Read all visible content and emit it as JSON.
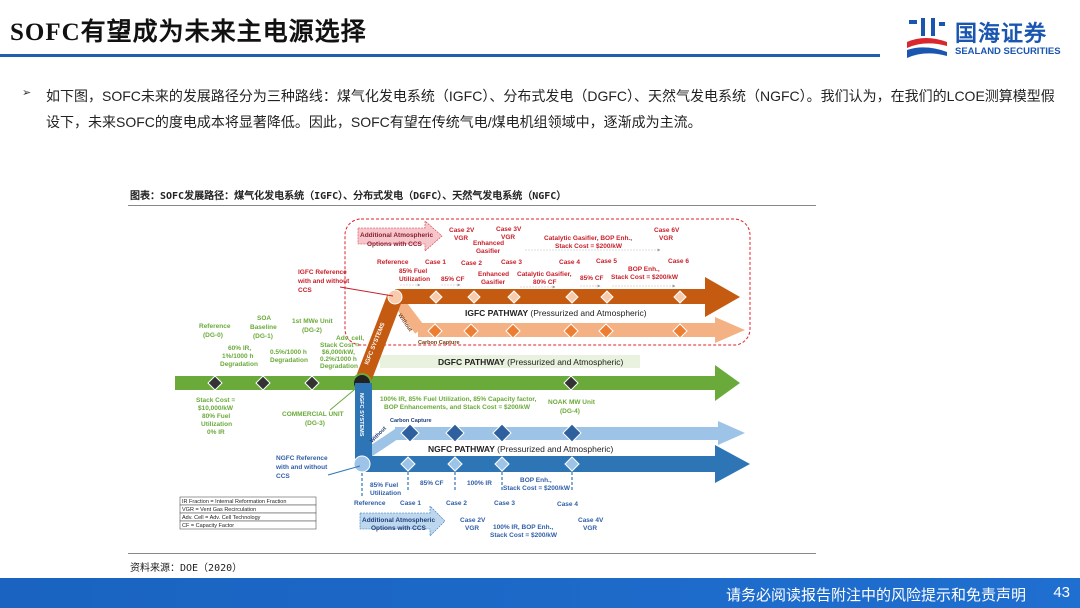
{
  "header": {
    "title": "SOFC有望成为未来主电源选择",
    "logo_cn": "国海证券",
    "logo_en": "SEALAND SECURITIES"
  },
  "body": {
    "bullet": "➢",
    "paragraph": "如下图，SOFC未来的发展路径分为三种路线：煤气化发电系统（IGFC）、分布式发电（DGFC）、天然气发电系统（NGFC）。我们认为，在我们的LCOE测算模型假设下，未来SOFC的度电成本将显著降低。因此，SOFC有望在传统气电/煤电机组领域中，逐渐成为主流。"
  },
  "figure": {
    "caption": "图表：SOFC发展路径：煤气化发电系统（IGFC）、分布式发电（DGFC）、天然气发电系统（NGFC）",
    "source": "资料来源：DOE（2020）"
  },
  "diagram": {
    "igfc": {
      "add_options": [
        "Additional Atmospheric",
        "Options with CCS"
      ],
      "case2v": [
        "Case 2V",
        "VGR"
      ],
      "case3v": [
        "Case 3V",
        "VGR"
      ],
      "enh_gasifier_top": [
        "Enhanced",
        "Gasifier"
      ],
      "catalytic_top": [
        "Catalytic Gasifier, BOP Enh.,",
        "Stack Cost = $200/kW"
      ],
      "case6v": [
        "Case 6V",
        "VGR"
      ],
      "cases": [
        "Reference",
        "Case 1",
        "Case 2",
        "Case 3",
        "Case 4",
        "Case 5",
        "Case 6"
      ],
      "step1": [
        "85% Fuel",
        "Utilization"
      ],
      "step2": "85% CF",
      "step3": [
        "Enhanced",
        "Gasifier"
      ],
      "step4": [
        "Catalytic Gasifier,",
        "80% CF"
      ],
      "step5": "85% CF",
      "step6": [
        "BOP Enh.,",
        "Stack Cost = $200/kW"
      ],
      "reference_note": [
        "IGFC Reference",
        "with and without",
        "CCS"
      ],
      "pathway": "IGFC PATHWAY",
      "pathway_sub": "(Pressurized and Atmospheric)",
      "without": "Without",
      "carbon_capture": "Carbon Capture",
      "systems": "IGFC SYSTEMS"
    },
    "dgfc": {
      "ref": [
        "Reference",
        "(DG-0)"
      ],
      "soa": [
        "SOA",
        "Baseline",
        "(DG-1)"
      ],
      "mwe": [
        "1st MWe Unit",
        "(DG-2)"
      ],
      "step1": [
        "60% IR,",
        "1%/1000 h",
        "Degradation"
      ],
      "step2": [
        "0.5%/1000 h",
        "Degradation"
      ],
      "step3": [
        "Adv. cell,",
        "Stack Cost =",
        "$6,000/kW,",
        "0.2%/1000 h",
        "Degradation"
      ],
      "pathway": "DGFC PATHWAY",
      "pathway_sub": "(Pressurized and Atmospheric)",
      "stack": [
        "Stack Cost =",
        "$10,000/kW",
        "80% Fuel",
        "Utilization",
        "0% IR"
      ],
      "commercial": [
        "COMMERCIAL UNIT",
        "(DG-3)"
      ],
      "step4": [
        "100% IR, 85% Fuel Utilization, 85% Capacity factor,",
        "BOP Enhancements, and Stack Cost = $200/kW"
      ],
      "noak": [
        "NOAK MW Unit",
        "(DG-4)"
      ]
    },
    "ngfc": {
      "systems": "NGFC SYSTEMS",
      "without": "Without",
      "carbon_capture": "Carbon Capture",
      "pathway": "NGFC PATHWAY",
      "pathway_sub": "(Pressurized and Atmospheric)",
      "reference_note": [
        "NGFC Reference",
        "with and without",
        "CCS"
      ],
      "step1": [
        "85% Fuel",
        "Utilization"
      ],
      "step2": "85% CF",
      "step3": "100% IR",
      "step4": [
        "BOP Enh.,",
        "Stack Cost = $200/kW"
      ],
      "cases": [
        "Reference",
        "Case 1",
        "Case 2",
        "Case 3",
        "Case 4"
      ],
      "add_options": [
        "Additional Atmospheric",
        "Options with CCS"
      ],
      "case2v": [
        "Case 2V",
        "VGR"
      ],
      "step_v": [
        "100% IR, BOP Enh.,",
        "Stack Cost = $200/kW"
      ],
      "case4v": [
        "Case 4V",
        "VGR"
      ]
    },
    "legend": [
      "IR Fraction = Internal Reformation Fraction",
      "VGR = Vent Gas Recirculation",
      "Adv. Cell  = Adv. Cell Technology",
      "CF = Capacity Factor"
    ]
  },
  "footer": {
    "disclaimer": "请务必阅读报告附注中的风险提示和免责声明",
    "page": "43"
  },
  "colors": {
    "brand": "#1f5fae",
    "igfc": "#c55a11",
    "dgfc": "#6aaa3a",
    "ngfc": "#2e75b6"
  }
}
